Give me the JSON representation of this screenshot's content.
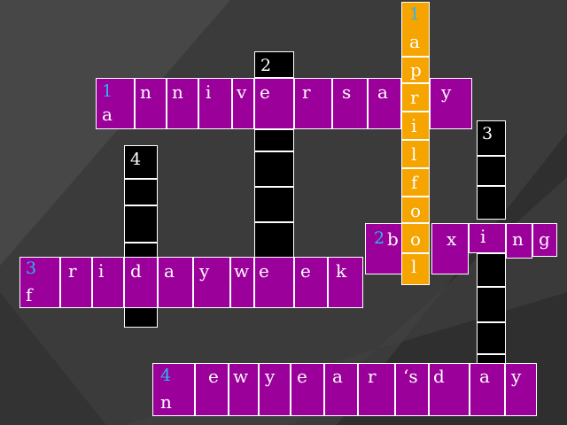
{
  "colors": {
    "background": "#3c3c3c",
    "vertical_cell": "#000000",
    "horizontal_cell": "#9b009b",
    "highlight_cell": "#f5a400",
    "number_accent": "#29b6f6",
    "cell_border": "#ffffff"
  },
  "vertical_1": {
    "number": "1",
    "letters": [
      "a",
      "p",
      "r",
      "i",
      "l",
      "f",
      "o",
      "o",
      "l"
    ]
  },
  "vertical_2": {
    "number": "2"
  },
  "vertical_3": {
    "number": "3"
  },
  "vertical_4": {
    "number": "4"
  },
  "horizontal_1": {
    "number": "1",
    "letters": [
      "a",
      "n",
      "n",
      "i",
      "v",
      "e",
      "r",
      "s",
      "a",
      "",
      "y"
    ]
  },
  "horizontal_2": {
    "number": "2",
    "letters": [
      "b",
      "o",
      "x",
      "i",
      "n",
      "g"
    ]
  },
  "horizontal_3": {
    "number": "3",
    "letters": [
      "f",
      "r",
      "i",
      "d",
      "a",
      "y",
      "w",
      "e",
      "e",
      "k"
    ]
  },
  "horizontal_4": {
    "number": "4",
    "letters": [
      "n",
      "e",
      "w",
      "y",
      "e",
      "a",
      "r",
      "‘s",
      "d",
      "a",
      "y"
    ]
  }
}
